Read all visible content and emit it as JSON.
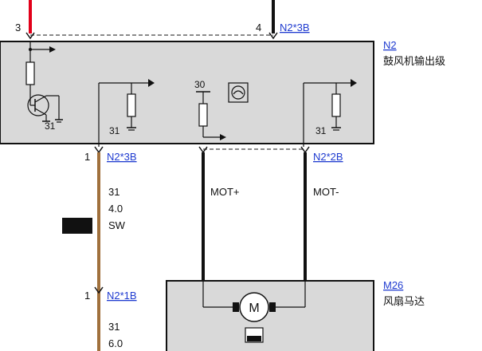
{
  "modules": {
    "n2": {
      "id": "N2",
      "name": "鼓风机输出级",
      "conn_top": "N2*3B",
      "pin_top_left": "3",
      "pin_top_right": "4",
      "pin_left_bottom": "1",
      "conn_left": "N2*3B",
      "conn_right": "N2*2B",
      "ground_a": "31",
      "ground_b": "31",
      "ground_c": "31",
      "supply_30": "30"
    },
    "m26": {
      "id": "M26",
      "name": "风扇马达",
      "motor_symbol": "M"
    }
  },
  "wires": {
    "left": {
      "pin": "1",
      "connector": "N2*1B",
      "line1": "31",
      "line2": "4.0",
      "line3": "SW",
      "lower1": "31",
      "lower2": "6.0"
    },
    "mot_plus": "MOT+",
    "mot_minus": "MOT-"
  },
  "colors": {
    "red_wire": "#e2001a",
    "brown_wire": "#a0703c",
    "box_fill": "#d9d9d9",
    "link": "#1f3bd0"
  }
}
